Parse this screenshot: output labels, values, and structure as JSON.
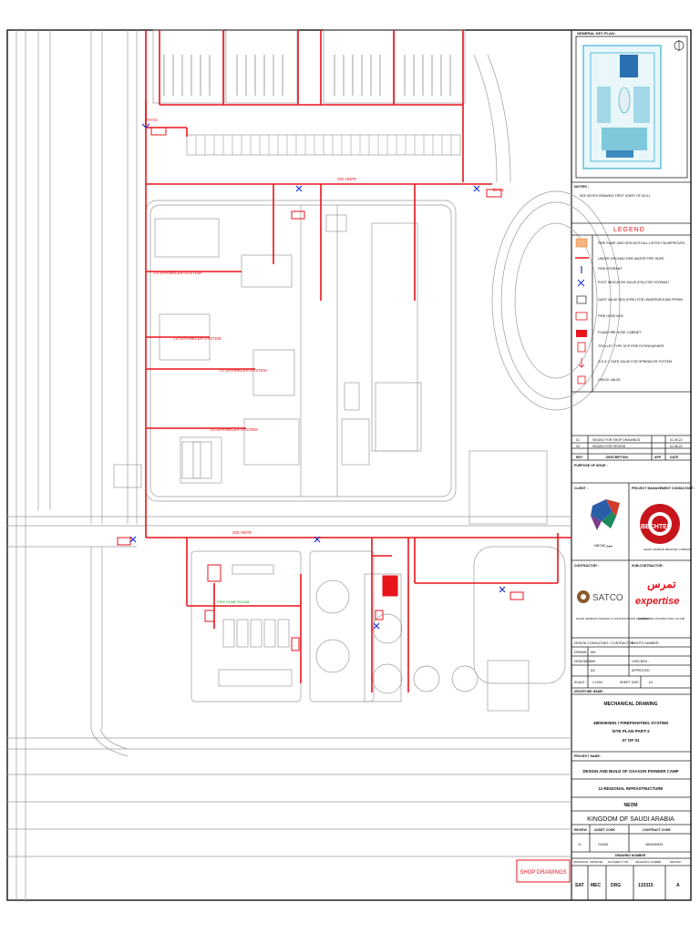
{
  "sheet": {
    "key_plan_label": "GENERAL KEY PLAN :",
    "notes_label": "NOTES :",
    "notes_text": "SEE NOTES DRAWING FIRST SHEET OF 00-01",
    "legend_title": "LEGEND",
    "legend": [
      {
        "label": "FIRE PUMP 2500 GPM WITH ALL LISTED FM APPROVED",
        "symbol": "pump"
      },
      {
        "label": "UNDER GROUND FIRE WATER PIPE HDPE",
        "symbol": "line"
      },
      {
        "label": "FIRE HYDRANT",
        "symbol": "hydrant"
      },
      {
        "label": "POST INDICATOR VALVE (PIV) FOR HYDRANT",
        "symbol": "piv"
      },
      {
        "label": "GATE VALVE BOX (FIRE) FOR UNDERGROUND PIPING",
        "symbol": "gate"
      },
      {
        "label": "FIRE HOSE BOX",
        "symbol": "hosebox"
      },
      {
        "label": "FOAM FIRE HOSE CABINET",
        "symbol": "foam"
      },
      {
        "label": "TROLLEY TYPE DCP FIRE EXTINGUISHER",
        "symbol": "trolley"
      },
      {
        "label": "O.S & Y GATE VALVE FOR SPRINKLER SYSTEM",
        "symbol": "osy"
      },
      {
        "label": "CHECK VALVE",
        "symbol": "check"
      }
    ],
    "revisions": {
      "rows": [
        {
          "rev": "01",
          "desc": "ISSUED FOR SHOP DRAWINGS",
          "date": "01.09.22"
        },
        {
          "rev": "00",
          "desc": "ISSUED FOR REVIEW",
          "date": "01.08.22"
        }
      ],
      "header": {
        "rev": "REV",
        "desc": "DESCRIPTION",
        "app": "APP",
        "date": "DATE"
      }
    },
    "purpose_label": "PURPOSE OF ISSUE :",
    "client_label": "CLIENT :",
    "client_name": "NEOM ﻧﻴﻮﻡ",
    "pmc_label": "PROJECT MANAGEMENT CONSULTANT :",
    "pmc_name": "BECHTEL",
    "pmc_sub": "SAUDI ARABIAN BECHTEL COMPANY",
    "contractor_label": "CONTRACTOR :",
    "contractor_name": "SATCO",
    "contractor_sub": "SAUDI ARABIAN TRADING & CONSTRUCTION COMPANY",
    "subcon_label": "SUB-CONTRACTOR :",
    "subcon_name": "expertise",
    "subcon_arabic": "ﺗﻤﺮﺱ",
    "subcon_sub": "EXPERTISE CONTRACTING CO.LTD",
    "design_consultant_label": "DESIGN CONSULTANT / CONTRACTOR :",
    "right_number_label": "RIGHTS NUMBER :",
    "drawn_label": "DRAWN :",
    "designed_label": "DESIGNED :",
    "checked_label": "CHECKED :",
    "approved_label": "APPROVED :",
    "drawn_val": "MH",
    "designed_val": "MH",
    "checked_val": "AG",
    "scale_label": "SCALE :",
    "scale_val": "1:1000",
    "sheet_size_label": "SHEET SIZE :",
    "sheet_size_val": "A1",
    "discipline_label": "DISCIPLINE NAME :",
    "discipline_val": "MECHANICAL DRAWING",
    "drawing_title_1": "4800000591 / FIREFIGHTING SYSTEM",
    "drawing_title_2": "SITE PLAN PART-2",
    "drawing_title_3": "37 OF 01",
    "project_label": "PROJECT NAME :",
    "project_1": "DESIGN AND BUILD OF OXAGON PIONEER CAMP",
    "project_2": "11-REGIONAL INFRASTRUCTURE",
    "project_3": "NEOM",
    "project_4": "KINGDOM OF SAUDI ARABIA",
    "review_label": "REVIEW",
    "asset_code_label": "ASSET CODE",
    "contract_code_label": "CONTRACT CODE",
    "review_val": "11",
    "asset_val": "OXA06",
    "contract_val": "4800000591",
    "drawing_number_label": "DRAWING NUMBER",
    "dn_headers": [
      "ORIGINATOR",
      "DISCIPLINE",
      "DOCUMENT TYPE",
      "SEQUENTIAL NUMBER",
      "REVISION"
    ],
    "dn_values": [
      "SAT",
      "MEC",
      "DRG",
      "133315",
      "A"
    ],
    "stamp_text": "SHOP DRAWINGS"
  },
  "plan_labels": {
    "main_line_top": "200 HDPE",
    "main_line_bottom": "200 HDPE",
    "sprinkler_1": "TO SPRINKLER SYSTEM",
    "sprinkler_2": "TO SPRINKLER SYSTEM",
    "sprinkler_3": "TO SPRINKLER SYSTEM",
    "sprinkler_4": "TO SPRINKLER SYSTEM",
    "hydrant_tag": "FH-01",
    "gate_tag": "GV-01",
    "pump_room": "FIRE PUMP ROOM"
  },
  "colors": {
    "pipe": "#e8141c",
    "ink": "#222222",
    "light": "#8a8a8a",
    "stamp": "#e8141c"
  }
}
